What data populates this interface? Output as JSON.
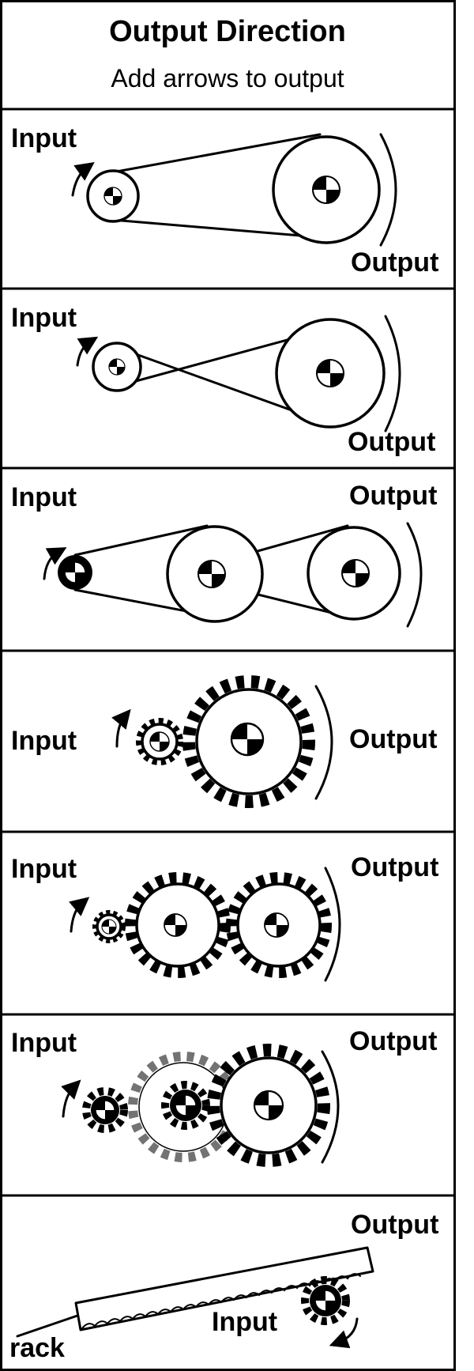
{
  "header": {
    "title": "Output Direction",
    "subtitle": "Add arrows to output"
  },
  "panels": [
    {
      "kind": "open-belt",
      "input_label": "Input",
      "output_label": "Output"
    },
    {
      "kind": "crossed-belt",
      "input_label": "Input",
      "output_label": "Output"
    },
    {
      "kind": "two-stage-belt",
      "input_label": "Input",
      "output_label": "Output"
    },
    {
      "kind": "two-gear",
      "input_label": "Input",
      "output_label": "Output"
    },
    {
      "kind": "three-gear",
      "input_label": "Input",
      "output_label": "Output"
    },
    {
      "kind": "four-gear",
      "input_label": "Input",
      "output_label": "Output"
    },
    {
      "kind": "rack-and-pinion",
      "input_label": "Input",
      "output_label": "Output",
      "rack_label": "rack"
    }
  ],
  "colors": {
    "ink": "#000000",
    "paper": "#ffffff"
  }
}
